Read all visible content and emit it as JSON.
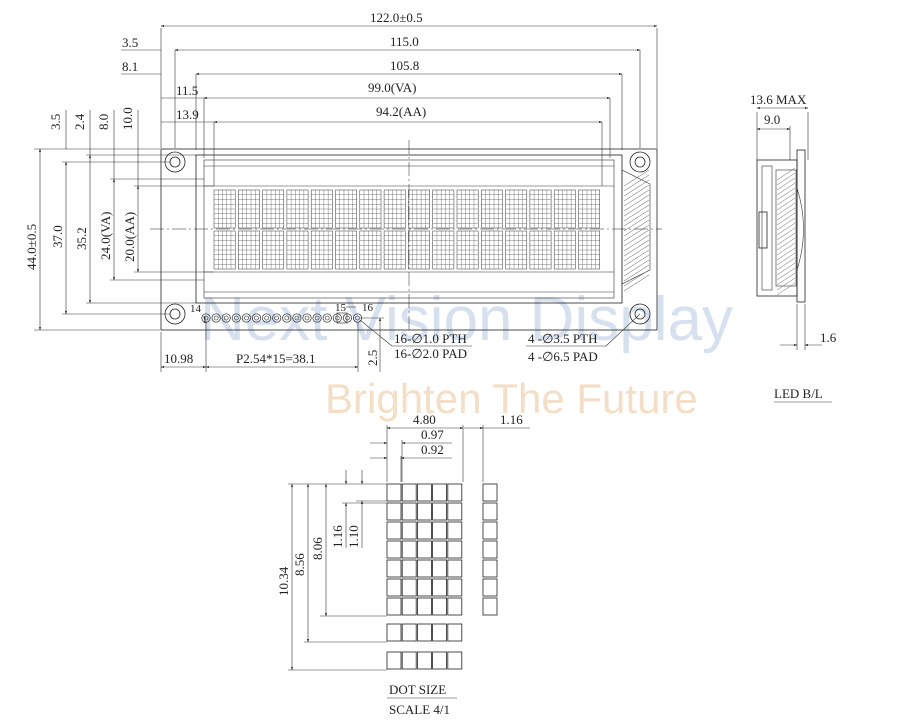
{
  "watermark": {
    "brand": "Next Vision Display",
    "slogan": "Brighten The Future"
  },
  "top_dims": {
    "overall": "122.0±0.5",
    "hole_pitch": "115.0",
    "bezel": "105.8",
    "va": "99.0(VA)",
    "aa": "94.2(AA)",
    "off_35": "3.5",
    "off_81": "8.1",
    "off_115": "11.5",
    "off_139": "13.9"
  },
  "left_dims": {
    "overall_h": "44.0±0.5",
    "hole_pitch_h": "37.0",
    "bezel_h": "35.2",
    "va_h": "24.0(VA)",
    "aa_h": "20.0(AA)",
    "off_35": "3.5",
    "off_24": "2.4",
    "off_80": "8.0",
    "off_100": "10.0"
  },
  "pins": {
    "first": "1",
    "last": "14",
    "p15": "15",
    "p16": "16"
  },
  "pin_notes": {
    "pth": "16-∅1.0 PTH",
    "pad": "16-∅2.0 PAD"
  },
  "hole_notes": {
    "pth": "4 -∅3.5 PTH",
    "pad": "4 -∅6.5 PAD"
  },
  "bottom_dims": {
    "edge": "10.98",
    "pitch": "P2.54*15=38.1",
    "pin_offset": "2.5"
  },
  "side_view": {
    "max": "13.6 MAX",
    "depth": "9.0",
    "pcb": "1.6",
    "label": "LED B/L"
  },
  "dot_detail": {
    "char_w": "4.80",
    "dot_pitch": "0.97",
    "dot_w": "0.92",
    "gap": "1.16",
    "char_h": "10.34",
    "h_856": "8.56",
    "h_806": "8.06",
    "dot_pitch_v": "1.16",
    "dot_h": "1.10",
    "title": "DOT SIZE",
    "scale": "SCALE 4/1"
  }
}
